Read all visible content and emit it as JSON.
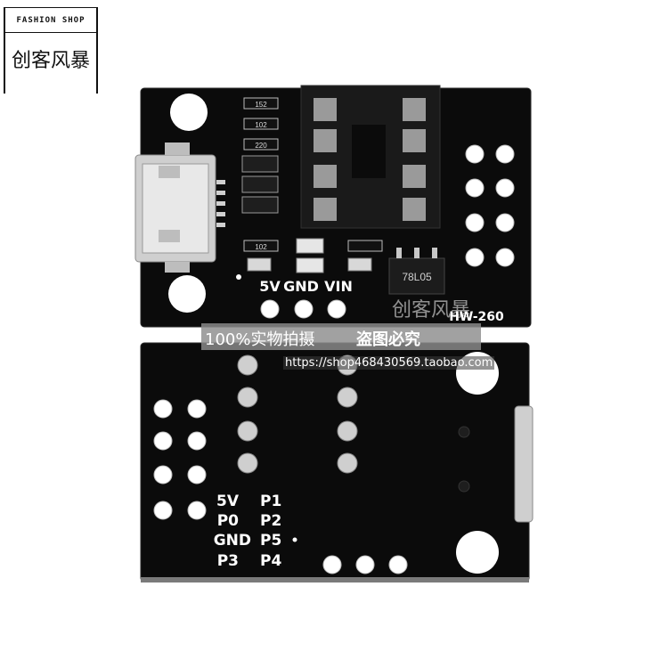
{
  "store_label": {
    "top": "FASHION SHOP",
    "name": "创客风暴"
  },
  "watermark": {
    "shadow": "创客风暴",
    "left": "100%实物拍摄",
    "right": "盗图必究",
    "url": "https://shop468430569.taobao.com"
  },
  "top_board": {
    "pin_labels": [
      "5V",
      "GND",
      "VIN"
    ],
    "model": "HW-260",
    "regulator": "78L05",
    "resistors": [
      "152",
      "102",
      "220",
      "102"
    ]
  },
  "bottom_board": {
    "pin_rows": [
      [
        "5V",
        "P1"
      ],
      [
        "P0",
        "P2"
      ],
      [
        "GND",
        "P5"
      ],
      [
        "P3",
        "P4"
      ]
    ]
  },
  "colors": {
    "pcb": "#0b0b0b",
    "pad": "#d8d8d8",
    "socket": "#1a1a1a",
    "text": "#ffffff"
  }
}
